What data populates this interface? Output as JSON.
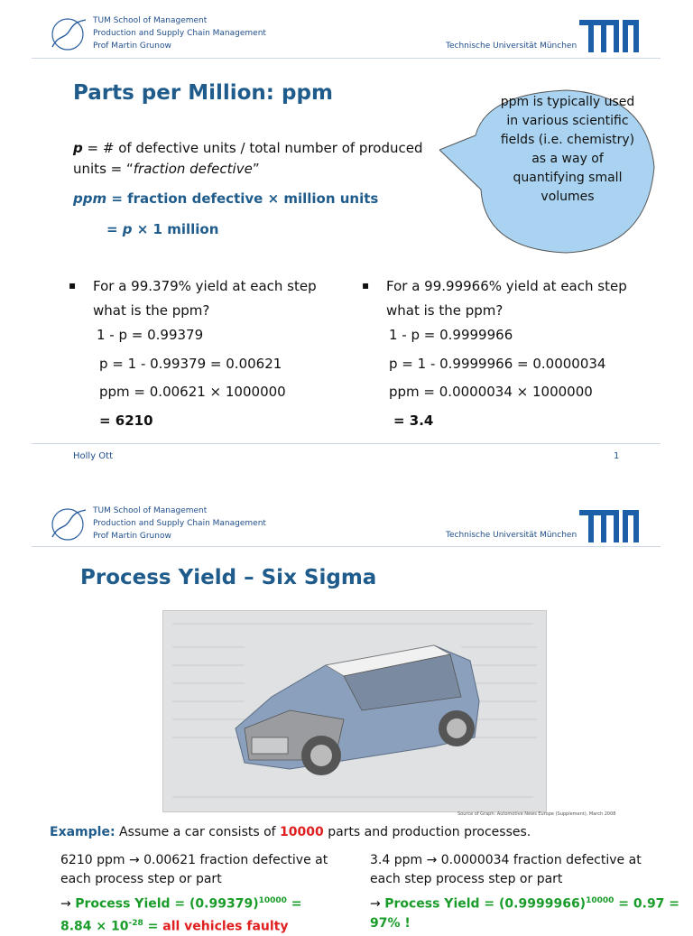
{
  "header": {
    "school": "TUM School of Management",
    "chair": "Production and Supply Chain Management",
    "professor": "Prof Martin Grunow",
    "university": "Technische Universität München",
    "logo_text": "TUM"
  },
  "slide1": {
    "title": "Parts per Million: ppm",
    "def_p_var": "p",
    "def_p_rest": " = # of defective units / total number of produced",
    "def_p_line2a": "units = “",
    "def_p_line2b": "fraction defective",
    "def_p_line2c": "”",
    "ppm_var": "ppm",
    "ppm_rest": " = fraction defective × million units",
    "ppm_eq_a": "= ",
    "ppm_eq_p": "p",
    "ppm_eq_b": " × 1 million",
    "callout": "ppm is typically used in various scientific fields (i.e. chemistry) as a way of quantifying small volumes",
    "left": {
      "q1": "For a 99.379% yield at each step",
      "q2": "what is the ppm?",
      "l1": "1 - p = 0.99379",
      "l2": "p = 1 - 0.99379 = 0.00621",
      "l3": "ppm = 0.00621 × 1000000",
      "l4": "= 6210"
    },
    "right": {
      "q1": "For a 99.99966% yield at each step",
      "q2": "what is the ppm?",
      "l1": "1 - p = 0.9999966",
      "l2": "p = 1 - 0.9999966  = 0.0000034",
      "l3": "ppm = 0.0000034 × 1000000",
      "l4": "= 3.4"
    },
    "footer_author": "Holly Ott",
    "page_number": "1"
  },
  "slide2": {
    "title": "Process Yield – Six Sigma",
    "image_alt": "Cutaway illustration of a car",
    "source": "Source of Graph: Automotive News Europe (Supplement), March 2008",
    "example_label": "Example:",
    "example_text_a": " Assume a car consists of ",
    "example_count": "10000",
    "example_text_b": " parts and production processes.",
    "left": {
      "l1": "6210 ppm → 0.00621 fraction defective at",
      "l2": "each process step or part",
      "yield_a": "→ ",
      "yield_b": "Process Yield = (0.99379)",
      "yield_exp": "10000",
      "yield_c": " =",
      "l4a": "8.84 × 10",
      "l4exp": "-28",
      "l4b": " = ",
      "l4c": "all vehicles faulty"
    },
    "right": {
      "l1": "3.4 ppm → 0.0000034 fraction defective at",
      "l2": "each step process step or part",
      "yield_a": "→ ",
      "yield_b": "Process Yield = (0.9999966)",
      "yield_exp": "10000",
      "yield_c": " = 0.97 =",
      "l4": "97% !"
    }
  }
}
